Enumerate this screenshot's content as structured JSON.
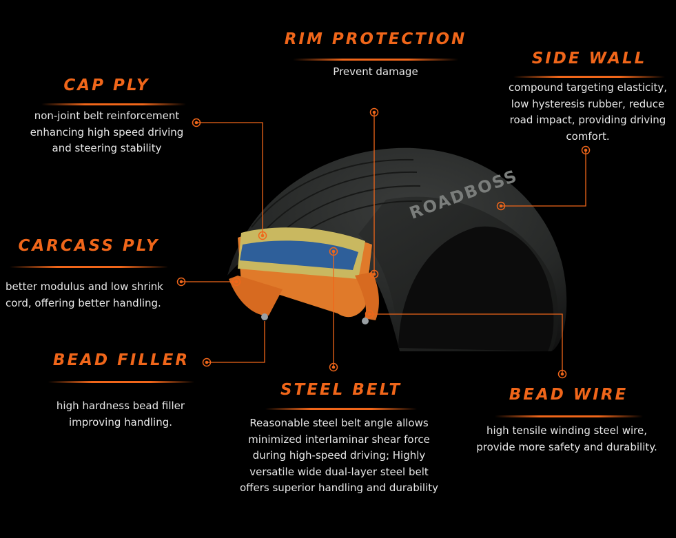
{
  "features": {
    "rim_protection": {
      "title": "RIM PROTECTION",
      "lines": [
        "Prevent damage"
      ]
    },
    "side_wall": {
      "title": "SIDE WALL",
      "lines": [
        "compound targeting elasticity,",
        "low hysteresis rubber, reduce",
        "road impact, providing driving",
        "comfort."
      ]
    },
    "cap_ply": {
      "title": "CAP PLY",
      "lines": [
        "non-joint belt reinforcement",
        "enhancing high speed driving",
        "and steering stability"
      ]
    },
    "carcass_ply": {
      "title": "CARCASS PLY",
      "lines": [
        "better modulus and low shrink",
        "cord, offering better handling."
      ]
    },
    "bead_filler": {
      "title": "BEAD FILLER",
      "lines": [
        "high hardness bead filler",
        "improving handling."
      ]
    },
    "steel_belt": {
      "title": "STEEL BELT",
      "lines": [
        "Reasonable steel belt angle allows",
        "minimized interlaminar shear force",
        "during high-speed driving; Highly",
        "versatile wide dual-layer steel belt",
        "offers superior handling and durability"
      ]
    },
    "bead_wire": {
      "title": "BEAD WIRE",
      "lines": [
        "high tensile winding steel wire,",
        "provide more safety and durability."
      ]
    }
  },
  "tire_brand": "ROADBOSS",
  "colors": {
    "accent": "#f0661a",
    "background": "#000000",
    "text": "#e8e8e8",
    "layer_yellow": "#c9b860",
    "layer_blue": "#2e5f9a",
    "layer_orange": "#e07a2a"
  },
  "icons": [
    "callout-marker-icon"
  ]
}
